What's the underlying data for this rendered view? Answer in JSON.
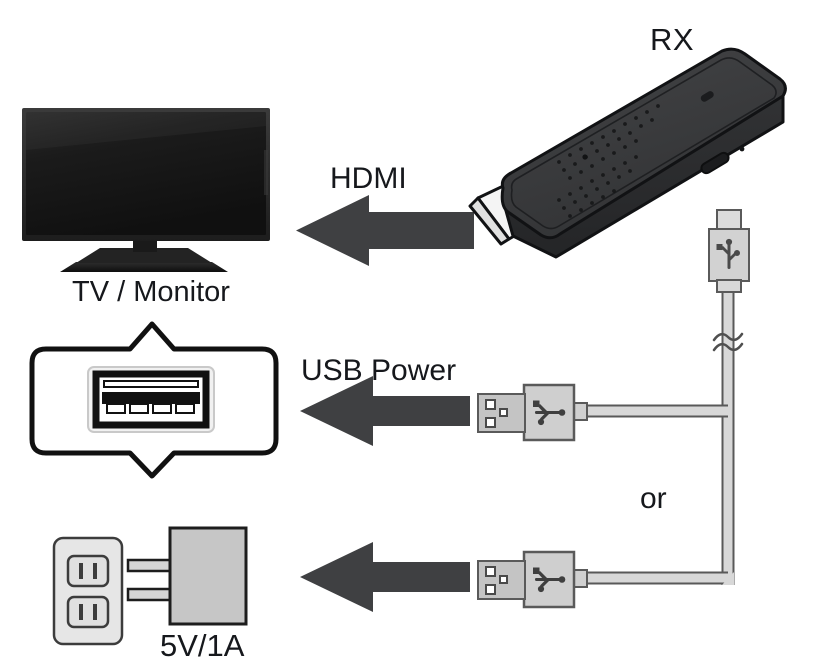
{
  "diagram": {
    "title": "RX wireless HDMI receiver connection diagram",
    "labels": {
      "rx": "RX",
      "hdmi": "HDMI",
      "tv_monitor": "TV / Monitor",
      "usb_power": "USB Power",
      "or": "or",
      "adapter_rating": "5V/1A"
    },
    "colors": {
      "arrow_fill": "#3f4042",
      "dongle_body": "#3a3b3d",
      "dongle_body_dark": "#2d2e30",
      "dongle_outline": "#111214",
      "hdmi_plug": "#f4f4f4",
      "tv_screen": "#131313",
      "tv_bezel": "#2a2a2a",
      "cable_gray": "#d4d4d4",
      "cable_outline": "#595959",
      "connector_body": "#cdcdcd",
      "connector_shell": "#b9b9b9",
      "outlet_face": "#e4e4e4",
      "adapter_body": "#c6c6c6",
      "outline_black": "#111111",
      "text": "#16181c"
    },
    "nodes": [
      {
        "name": "tv-monitor",
        "label": "TV / Monitor",
        "kind": "display"
      },
      {
        "name": "rx-dongle",
        "label": "RX",
        "kind": "receiver"
      },
      {
        "name": "usb-port-callout",
        "label": "",
        "kind": "usb-port"
      },
      {
        "name": "wall-outlet",
        "label": "",
        "kind": "ac-outlet"
      },
      {
        "name": "power-adapter",
        "label": "5V/1A",
        "kind": "ac-adapter"
      },
      {
        "name": "usb-a-connector-upper",
        "label": "",
        "kind": "usb-a-plug"
      },
      {
        "name": "usb-a-connector-lower",
        "label": "",
        "kind": "usb-a-plug"
      },
      {
        "name": "micro-usb-connector",
        "label": "",
        "kind": "micro-usb-plug"
      }
    ],
    "connections": [
      {
        "name": "hdmi-link",
        "from": "rx-dongle",
        "to": "tv-monitor",
        "label": "HDMI"
      },
      {
        "name": "usb-power-link",
        "from": "usb-a-connector-upper",
        "to": "usb-port-callout",
        "label": "USB Power"
      },
      {
        "name": "adapter-power-link",
        "from": "usb-a-connector-lower",
        "to": "power-adapter",
        "label": ""
      },
      {
        "name": "alternative-choice",
        "from": "usb-power-link",
        "to": "adapter-power-link",
        "label": "or"
      }
    ]
  }
}
